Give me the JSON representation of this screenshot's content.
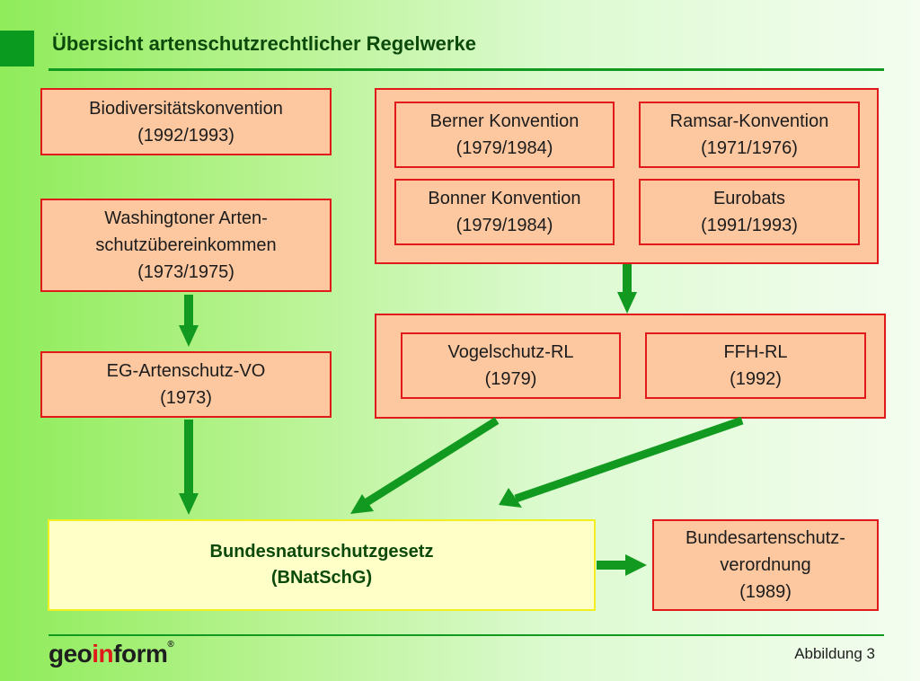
{
  "header": {
    "title": "Übersicht artenschutzrechtlicher Regelwerke"
  },
  "boxes": {
    "biodiv": {
      "line1": "Biodiversitätskonvention",
      "line2": "(1992/1993)"
    },
    "washington": {
      "line1": "Washingtoner Arten-",
      "line2": "schutzübereinkommen",
      "line3": "(1973/1975)"
    },
    "eg": {
      "line1": "EG-Artenschutz-VO",
      "line2": "(1973)"
    },
    "berner": {
      "line1": "Berner Konvention",
      "line2": "(1979/1984)"
    },
    "ramsar": {
      "line1": "Ramsar-Konvention",
      "line2": "(1971/1976)"
    },
    "bonner": {
      "line1": "Bonner Konvention",
      "line2": "(1979/1984)"
    },
    "eurobats": {
      "line1": "Eurobats",
      "line2": "(1991/1993)"
    },
    "vogelschutz": {
      "line1": "Vogelschutz-RL",
      "line2": "(1979)"
    },
    "ffh": {
      "line1": "FFH-RL",
      "line2": "(1992)"
    },
    "bnatschg": {
      "line1": "Bundesnaturschutzgesetz",
      "line2": "(BNatSchG)"
    },
    "bartschv": {
      "line1": "Bundesartenschutz-",
      "line2": "verordnung",
      "line3": "(1989)"
    }
  },
  "footer": {
    "logo": {
      "part1": "geo",
      "part2": "in",
      "part3": "form",
      "mark": "®"
    },
    "caption": "Abbildung 3"
  },
  "colors": {
    "accent_green": "#119a1f",
    "box_fill": "#fdc7a0",
    "box_border": "#e01a1a",
    "main_fill": "#ffffc8"
  }
}
